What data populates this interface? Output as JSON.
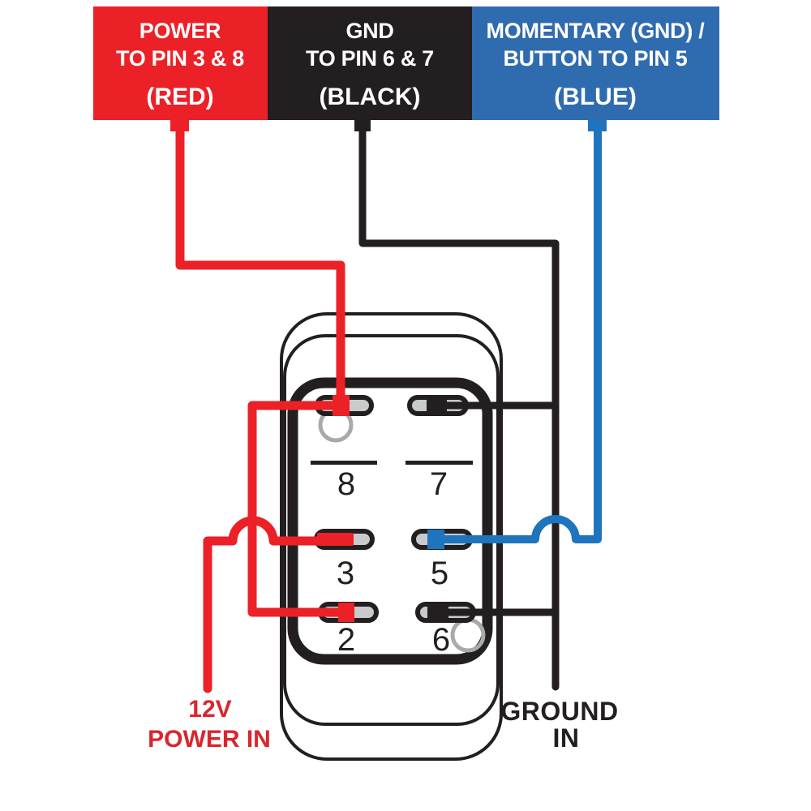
{
  "colors": {
    "red": "#EC2027",
    "red_text": "#D9262E",
    "black": "#231F20",
    "blue_box": "#2F6BAF",
    "blue_wire": "#1F74BE",
    "slot_gray": "#C9CACC",
    "circle_gray": "#A7A9AC",
    "background": "#FFFFFF"
  },
  "legend": {
    "power": {
      "line1": "POWER",
      "line2": "TO PIN 3 & 8",
      "line3": "(RED)"
    },
    "gnd": {
      "line1": "GND",
      "line2": "TO PIN 6 & 7",
      "line3": "(BLACK)"
    },
    "momentary": {
      "line1": "MOMENTARY (GND) /",
      "line2": "BUTTON TO PIN 5",
      "line3": "(BLUE)"
    }
  },
  "switch": {
    "pins": [
      {
        "id": "8",
        "label": "8"
      },
      {
        "id": "7",
        "label": "7"
      },
      {
        "id": "3",
        "label": "3"
      },
      {
        "id": "5",
        "label": "5"
      },
      {
        "id": "2",
        "label": "2"
      },
      {
        "id": "6",
        "label": "6"
      }
    ]
  },
  "labels": {
    "power_in": {
      "line1": "12V",
      "line2": "POWER IN"
    },
    "ground_in": {
      "line1": "GROUND",
      "line2": "IN"
    }
  }
}
